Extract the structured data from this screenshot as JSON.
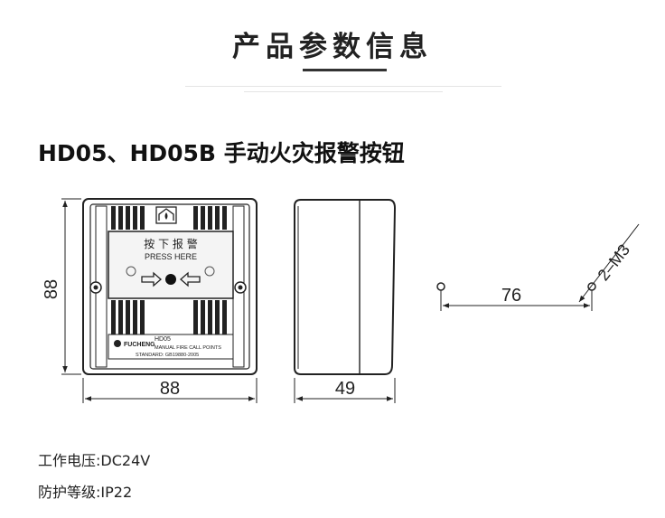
{
  "header": {
    "section_title": "产品参数信息"
  },
  "product": {
    "title": "HD05、HD05B 手动火灾报警按钮"
  },
  "drawing": {
    "front": {
      "label_cn": "按 下 报 警",
      "label_en": "PRESS HERE",
      "brand": "FUCHENG",
      "model": "HD05",
      "desc": "MANUAL FIRE CALL POINTS",
      "standard": "STANDARD: GB19880-2005",
      "height_dim": "88",
      "width_dim": "88"
    },
    "side": {
      "depth_dim": "49"
    },
    "mount": {
      "spacing_dim": "76",
      "hole_label": "2–M3"
    }
  },
  "specs": [
    {
      "label": "工作电压",
      "value": "DC24V"
    },
    {
      "label": "防护等级",
      "value": "IP22"
    }
  ]
}
